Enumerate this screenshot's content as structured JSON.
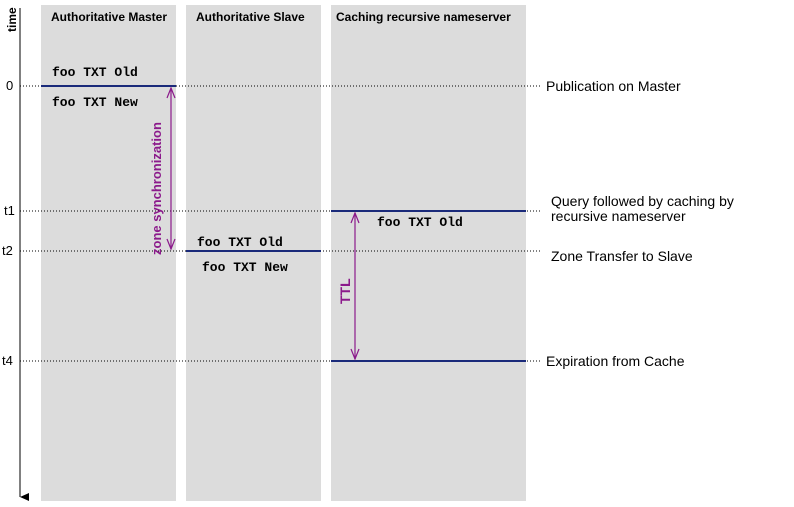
{
  "axis": {
    "label": "time"
  },
  "columns": [
    {
      "title": "Authoritative Master"
    },
    {
      "title": "Authoritative Slave"
    },
    {
      "title": "Caching recursive nameserver"
    }
  ],
  "ticks": [
    "0",
    "t1",
    "t2",
    "t4"
  ],
  "events": {
    "publication": "Publication on Master",
    "query_line1": "Query followed by caching by",
    "query_line2": "recursive nameserver",
    "transfer": "Zone Transfer to Slave",
    "expiration": "Expiration from Cache"
  },
  "records": {
    "master_old": "foo TXT Old",
    "master_new": "foo TXT New",
    "slave_old": "foo TXT Old",
    "slave_new": "foo TXT New",
    "cache_old": "foo TXT Old"
  },
  "intervals": {
    "zone_sync": "zone synchronization",
    "ttl": "TTL"
  },
  "colors": {
    "column_bg": "#dcdcdc",
    "state_line": "#1a2a7a",
    "interval": "#8b1a8b",
    "text": "#000000"
  }
}
